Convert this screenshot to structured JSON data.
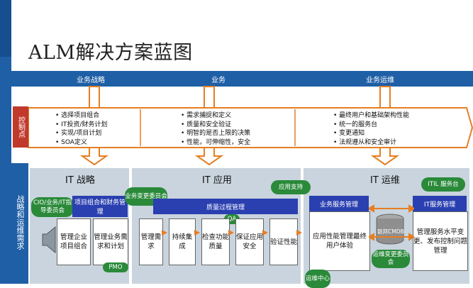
{
  "title": "ALM解决方案蓝图",
  "top_band": {
    "left": "业务战略",
    "center": "业务",
    "right": "业务运维"
  },
  "control_label": "控制点",
  "bullets": {
    "col1": [
      "选择项目组合",
      "IT投资/财务计划",
      "实现/项目计划",
      "SOA定义"
    ],
    "col2": [
      "需求捕捉和定义",
      "质量和安全验证",
      "明智的是否上限的决策",
      "性能，可伸缩性，安全"
    ],
    "col3": [
      "最终用户和基础架构性能",
      "统一的服务台",
      "变更通知",
      "法规遵从和安全审计"
    ]
  },
  "side_label": "战略和运维需求",
  "sections": {
    "strategy": {
      "title": "IT 战略",
      "cio": "CIO/业务/IT指导委员会",
      "portfolio": "项目组合和财务管理",
      "box1": "管理企业项目组合",
      "box2": "管理业务需求和计划",
      "pmo": "PMO"
    },
    "app": {
      "title": "IT 应用",
      "change": "业务变更委员会",
      "qpm": "质量过程管理",
      "qa": "QA",
      "boxes": [
        "管理需求",
        "持续集成",
        "检查功能质量",
        "保证应用安全",
        "验证性能"
      ]
    },
    "ops": {
      "title": "IT 运维",
      "app_support": "应用支持",
      "itil": "ITIL 服务台",
      "bsm": "业务服务管理",
      "itsm": "IT服务管理",
      "perf": "应用性能管理最终用户体验",
      "cmdb": "联邦CMDB",
      "ops_change": "运维变更委员会",
      "service": "管理服务水平变更、发布控制问题管理",
      "ops_center": "运维中心"
    }
  }
}
